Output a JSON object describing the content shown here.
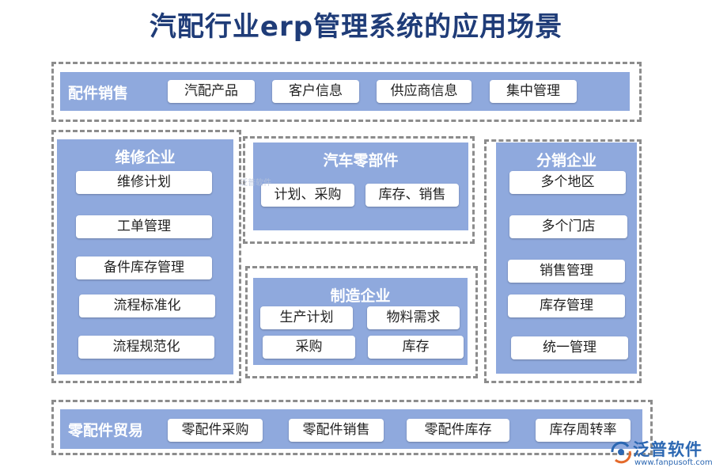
{
  "title": "汽配行业erp管理系统的应用场景",
  "parts_sales": {
    "label": "配件销售",
    "items": [
      "汽配产品",
      "客户信息",
      "供应商信息",
      "集中管理"
    ]
  },
  "repair": {
    "label": "维修企业",
    "items": [
      "维修计划",
      "工单管理",
      "备件库存管理",
      "流程标准化",
      "流程规范化"
    ]
  },
  "auto_parts": {
    "label": "汽车零部件",
    "items": [
      "计划、采购",
      "库存、销售"
    ]
  },
  "manufacturing": {
    "label": "制造企业",
    "items": [
      "生产计划",
      "物料需求",
      "采购",
      "库存"
    ]
  },
  "distribution": {
    "label": "分销企业",
    "items": [
      "多个地区",
      "多个门店",
      "销售管理",
      "库存管理",
      "统一管理"
    ]
  },
  "trade": {
    "label": "零配件贸易",
    "items": [
      "零配件采购",
      "零配件销售",
      "零配件库存",
      "库存周转率"
    ]
  },
  "watermark": "泛普软件",
  "logo": {
    "name": "泛普软件",
    "url": "www.fanpusoft.com"
  },
  "colors": {
    "panel": "#8fa9dd",
    "title": "#1f3c78",
    "dash": "#8c8c8c",
    "logo": "#2b67b2"
  }
}
